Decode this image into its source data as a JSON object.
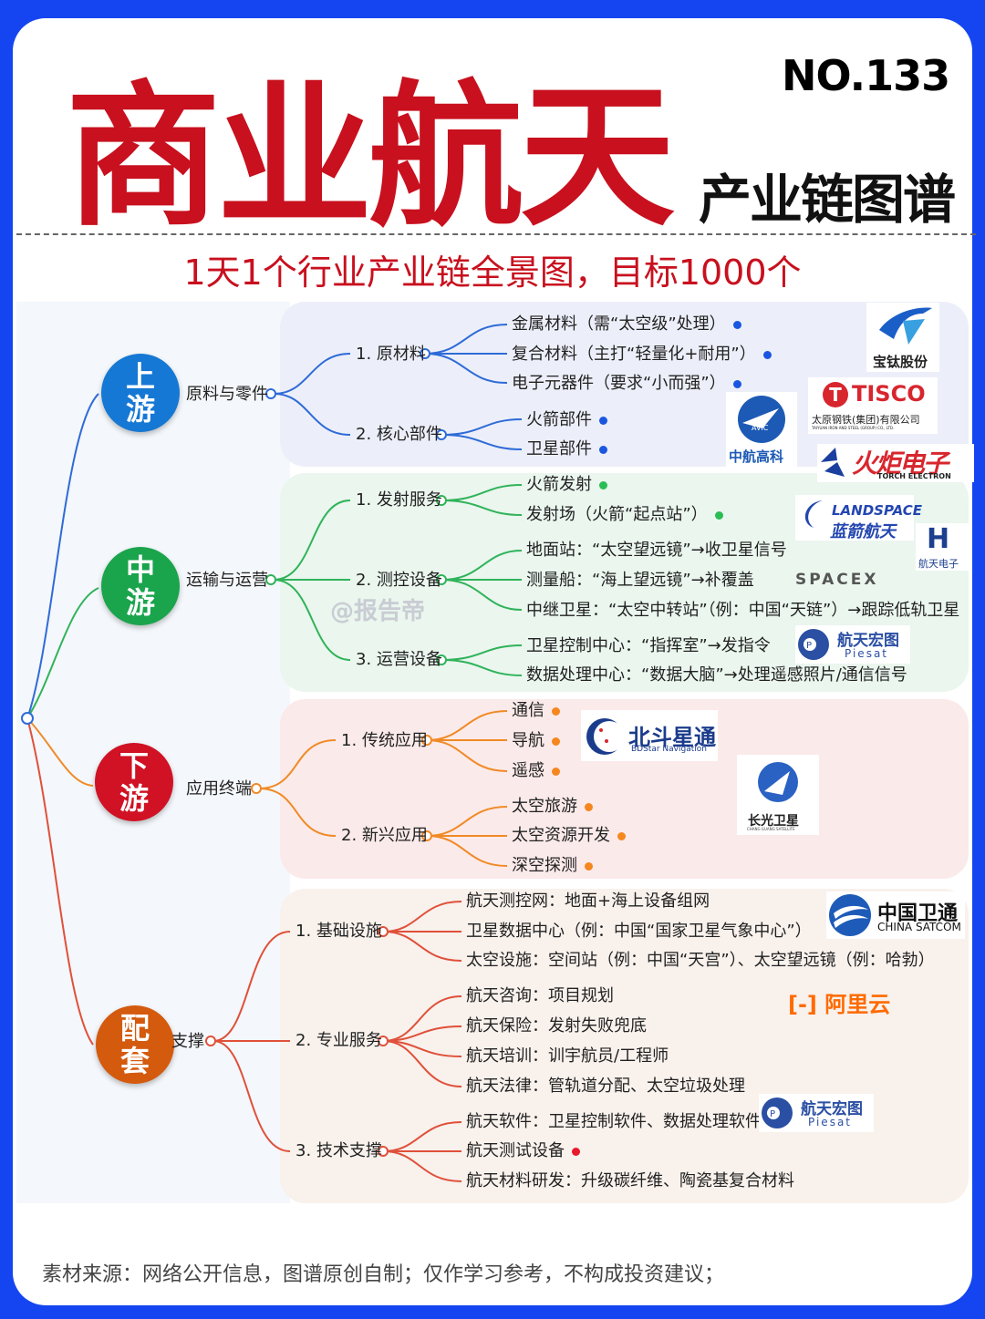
{
  "header": {
    "title": "商业航天",
    "subtitle": "产业链图谱",
    "number": "NO.133",
    "slogan": "1天1个行业产业链全景图，目标1000个"
  },
  "watermark": "@报告帝",
  "footer": "素材来源：网络公开信息，图谱原创自制；仅作学习参考，不构成投资建议；",
  "colors": {
    "upstream": "#1578d4",
    "midstream": "#1aa44c",
    "downstream": "#d01224",
    "support": "#d45a0e",
    "title": "#c8101e"
  },
  "sections": [
    {
      "tag1": "上",
      "tag2": "游",
      "label": "原料与零件",
      "groups": [
        {
          "label": "1. 原材料",
          "items": [
            "金属材料（需“太空级”处理）",
            "复合材料（主打“轻量化+耐用”）",
            "电子元器件（要求“小而强”）"
          ]
        },
        {
          "label": "2. 核心部件",
          "items": [
            "火箭部件",
            "卫星部件"
          ]
        }
      ]
    },
    {
      "tag1": "中",
      "tag2": "游",
      "label": "运输与运营",
      "groups": [
        {
          "label": "1. 发射服务",
          "items": [
            "火箭发射",
            "发射场（火箭“起点站”）"
          ]
        },
        {
          "label": "2. 测控设备",
          "items": [
            "地面站：“太空望远镜”→收卫星信号",
            "测量船：“海上望远镜”→补覆盖",
            "中继卫星：“太空中转站”（例：中国“天链”）→跟踪低轨卫星"
          ]
        },
        {
          "label": "3. 运营设备",
          "items": [
            "卫星控制中心：“指挥室”→发指令",
            "数据处理中心：“数据大脑”→处理遥感照片/通信信号"
          ]
        }
      ]
    },
    {
      "tag1": "下",
      "tag2": "游",
      "label": "应用终端",
      "groups": [
        {
          "label": "1. 传统应用",
          "items": [
            "通信",
            "导航",
            "遥感"
          ]
        },
        {
          "label": "2. 新兴应用",
          "items": [
            "太空旅游",
            "太空资源开发",
            "深空探测"
          ]
        }
      ]
    },
    {
      "tag1": "配",
      "tag2": "套",
      "label": "支撑",
      "groups": [
        {
          "label": "1. 基础设施",
          "items": [
            "航天测控网：地面+海上设备组网",
            "卫星数据中心（例：中国“国家卫星气象中心”）",
            "太空设施：空间站（例：中国“天宫”）、太空望远镜（例：哈勃）"
          ]
        },
        {
          "label": "2. 专业服务",
          "items": [
            "航天咨询：项目规划",
            "航天保险：发射失败兜底",
            "航天培训：训宇航员/工程师",
            "航天法律：管轨道分配、太空垃圾处理"
          ]
        },
        {
          "label": "3. 技术支撑",
          "items": [
            "航天软件：卫星控制软件、数据处理软件",
            "航天测试设备",
            "航天材料研发：升级碳纤维、陶瓷基复合材料"
          ]
        }
      ]
    }
  ],
  "logos": {
    "baoti": "宝钛股份",
    "tisco": "TISCO",
    "tisco_cn": "太原钢铁(集团)有限公司",
    "tisco_en": "TAIYUAN IRON AND STEEL (GROUP) CO., LTD.",
    "avic_mark": "AVIC",
    "avic": "中航高科",
    "torch": "火炬电子",
    "torch_en": "TORCH ELECTRON",
    "landspace": "LANDSPACE",
    "landspace_cn": "蓝箭航天",
    "hangtian_dz": "航天电子",
    "spacex": "SPACEX",
    "piesat_cn": "航天宏图",
    "piesat_en": "Piesat",
    "bdstar": "北斗星通",
    "bdstar_en": "BDStar Navigation",
    "cgsat": "长光卫星",
    "cgsat_en": "CHANG GUANG SATELLITE",
    "chinasatcom": "中国卫通",
    "chinasatcom_en": "CHINA SATCOM",
    "aliyun": "阿里云"
  }
}
